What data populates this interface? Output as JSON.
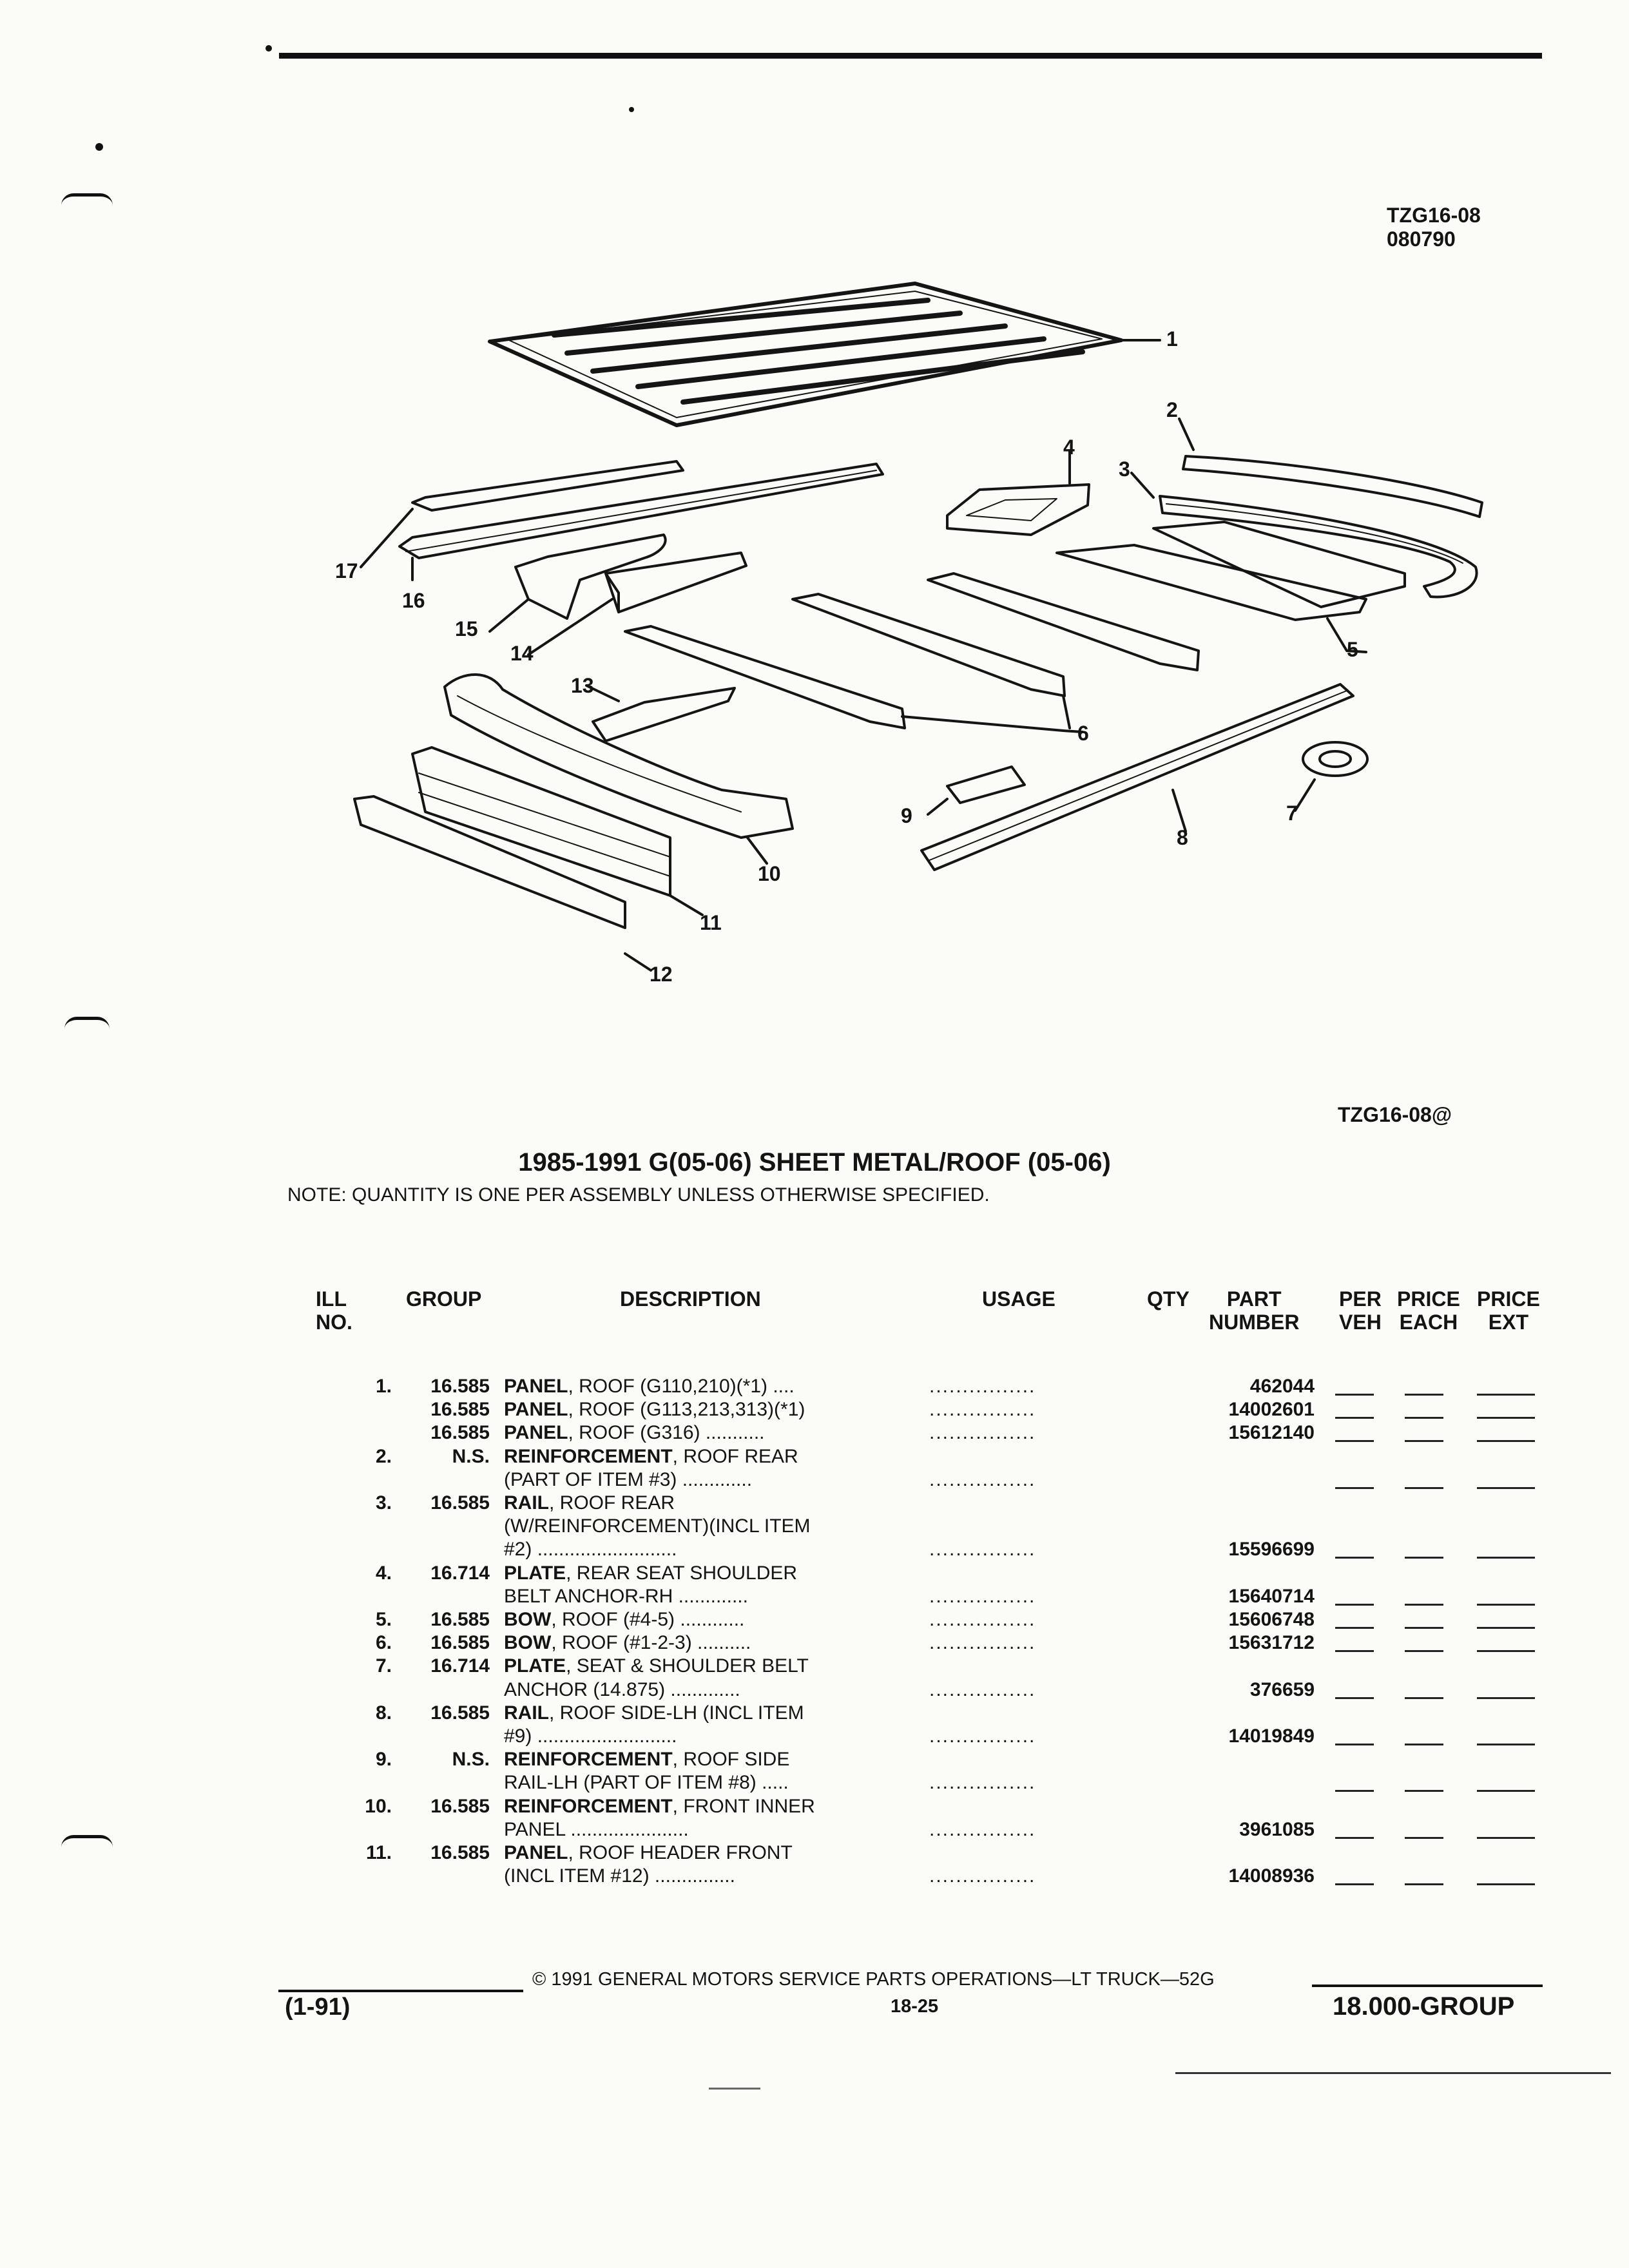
{
  "header": {
    "code_line1": "TZG16-08",
    "code_line2": "080790"
  },
  "figure": {
    "ref": "TZG16-08@",
    "callouts": [
      "1",
      "2",
      "3",
      "4",
      "5",
      "6",
      "7",
      "8",
      "9",
      "10",
      "11",
      "12",
      "13",
      "14",
      "15",
      "16",
      "17"
    ]
  },
  "title": "1985-1991 G(05-06) SHEET METAL/ROOF (05-06)",
  "note": "NOTE:  QUANTITY IS ONE PER ASSEMBLY UNLESS OTHERWISE SPECIFIED.",
  "table": {
    "columns": {
      "ill": [
        "ILL",
        "NO."
      ],
      "group": "GROUP",
      "description": "DESCRIPTION",
      "usage": "USAGE",
      "qty": "QTY",
      "part_number": [
        "PART",
        "NUMBER"
      ],
      "per_veh": [
        "PER",
        "VEH"
      ],
      "price_each": [
        "PRICE",
        "EACH"
      ],
      "price_ext": [
        "PRICE",
        "EXT"
      ]
    },
    "rows": [
      {
        "ill": "1.",
        "group": "16.585",
        "desc_bold": "PANEL",
        "desc": ", ROOF (G110,210)(*1) ....",
        "usage": "................",
        "part": "462044",
        "blanks": true
      },
      {
        "ill": "",
        "group": "16.585",
        "desc_bold": "PANEL",
        "desc": ", ROOF (G113,213,313)(*1)",
        "usage": "................",
        "part": "14002601",
        "blanks": true
      },
      {
        "ill": "",
        "group": "16.585",
        "desc_bold": "PANEL",
        "desc": ", ROOF (G316) ...........",
        "usage": "................",
        "part": "15612140",
        "blanks": true
      },
      {
        "ill": "2.",
        "group": "N.S.",
        "desc_bold": "REINFORCEMENT",
        "desc": ", ROOF REAR",
        "usage": "",
        "part": "",
        "blanks": false
      },
      {
        "ill": "",
        "group": "",
        "desc_bold": "",
        "desc": "(PART OF ITEM #3) .............",
        "usage": "................",
        "part": "",
        "blanks": true
      },
      {
        "ill": "3.",
        "group": "16.585",
        "desc_bold": "RAIL",
        "desc": ", ROOF REAR",
        "usage": "",
        "part": "",
        "blanks": false
      },
      {
        "ill": "",
        "group": "",
        "desc_bold": "",
        "desc": "(W/REINFORCEMENT)(INCL ITEM",
        "usage": "",
        "part": "",
        "blanks": false
      },
      {
        "ill": "",
        "group": "",
        "desc_bold": "",
        "desc": "#2) ..........................",
        "usage": "................",
        "part": "15596699",
        "blanks": true
      },
      {
        "ill": "4.",
        "group": "16.714",
        "desc_bold": "PLATE",
        "desc": ", REAR SEAT SHOULDER",
        "usage": "",
        "part": "",
        "blanks": false
      },
      {
        "ill": "",
        "group": "",
        "desc_bold": "",
        "desc": "BELT ANCHOR-RH .............",
        "usage": "................",
        "part": "15640714",
        "blanks": true
      },
      {
        "ill": "5.",
        "group": "16.585",
        "desc_bold": "BOW",
        "desc": ", ROOF (#4-5) ............",
        "usage": "................",
        "part": "15606748",
        "blanks": true
      },
      {
        "ill": "6.",
        "group": "16.585",
        "desc_bold": "BOW",
        "desc": ", ROOF (#1-2-3) ..........",
        "usage": "................",
        "part": "15631712",
        "blanks": true
      },
      {
        "ill": "7.",
        "group": "16.714",
        "desc_bold": "PLATE",
        "desc": ", SEAT & SHOULDER BELT",
        "usage": "",
        "part": "",
        "blanks": false
      },
      {
        "ill": "",
        "group": "",
        "desc_bold": "",
        "desc": "ANCHOR (14.875) .............",
        "usage": "................",
        "part": "376659",
        "blanks": true
      },
      {
        "ill": "8.",
        "group": "16.585",
        "desc_bold": "RAIL",
        "desc": ", ROOF SIDE-LH (INCL ITEM",
        "usage": "",
        "part": "",
        "blanks": false
      },
      {
        "ill": "",
        "group": "",
        "desc_bold": "",
        "desc": "#9) ..........................",
        "usage": "................",
        "part": "14019849",
        "blanks": true
      },
      {
        "ill": "9.",
        "group": "N.S.",
        "desc_bold": "REINFORCEMENT",
        "desc": ", ROOF SIDE",
        "usage": "",
        "part": "",
        "blanks": false
      },
      {
        "ill": "",
        "group": "",
        "desc_bold": "",
        "desc": "RAIL-LH (PART OF ITEM #8) .....",
        "usage": "................",
        "part": "",
        "blanks": true
      },
      {
        "ill": "10.",
        "group": "16.585",
        "desc_bold": "REINFORCEMENT",
        "desc": ", FRONT INNER",
        "usage": "",
        "part": "",
        "blanks": false
      },
      {
        "ill": "",
        "group": "",
        "desc_bold": "",
        "desc": "PANEL ......................",
        "usage": "................",
        "part": "3961085",
        "blanks": true
      },
      {
        "ill": "11.",
        "group": "16.585",
        "desc_bold": "PANEL",
        "desc": ", ROOF HEADER FRONT",
        "usage": "",
        "part": "",
        "blanks": false
      },
      {
        "ill": "",
        "group": "",
        "desc_bold": "",
        "desc": "(INCL ITEM #12) ...............",
        "usage": "................",
        "part": "14008936",
        "blanks": true
      }
    ]
  },
  "footer": {
    "copyright": "© 1991 GENERAL MOTORS SERVICE PARTS OPERATIONS—LT TRUCK—52G",
    "date": "(1-91)",
    "page": "18-25",
    "group": "18.000-GROUP"
  }
}
